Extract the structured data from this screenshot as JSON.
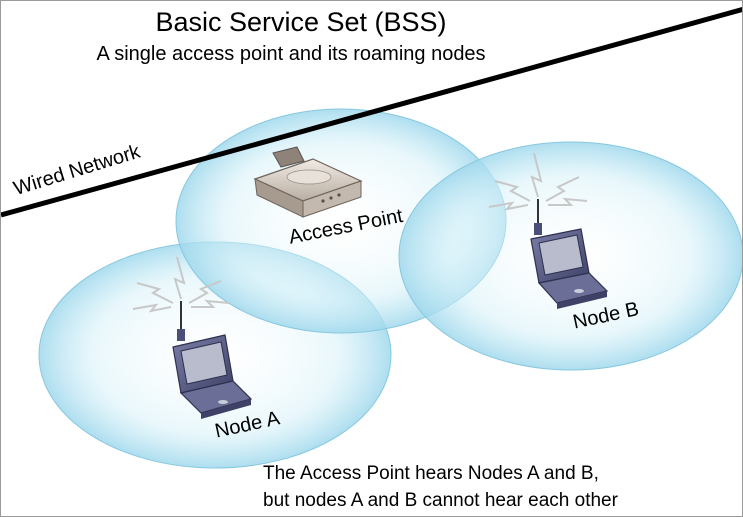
{
  "title": "Basic Service Set (BSS)",
  "subtitle": "A single access point and its roaming nodes",
  "labels": {
    "wired_network": "Wired Network",
    "access_point": "Access Point",
    "node_a": "Node A",
    "node_b": "Node B"
  },
  "caption": {
    "line1": "The Access Point hears Nodes A and B,",
    "line2": "but nodes A and B cannot hear each other"
  },
  "colors": {
    "cell_fill": "#cfeef8",
    "cell_edge": "#86c8e0",
    "wire": "#000000",
    "laptop_body": "#5a5d86",
    "access_point_body": "#d8cfc6"
  },
  "icons": [
    "access-point-icon",
    "laptop-icon",
    "radio-waves-icon"
  ]
}
